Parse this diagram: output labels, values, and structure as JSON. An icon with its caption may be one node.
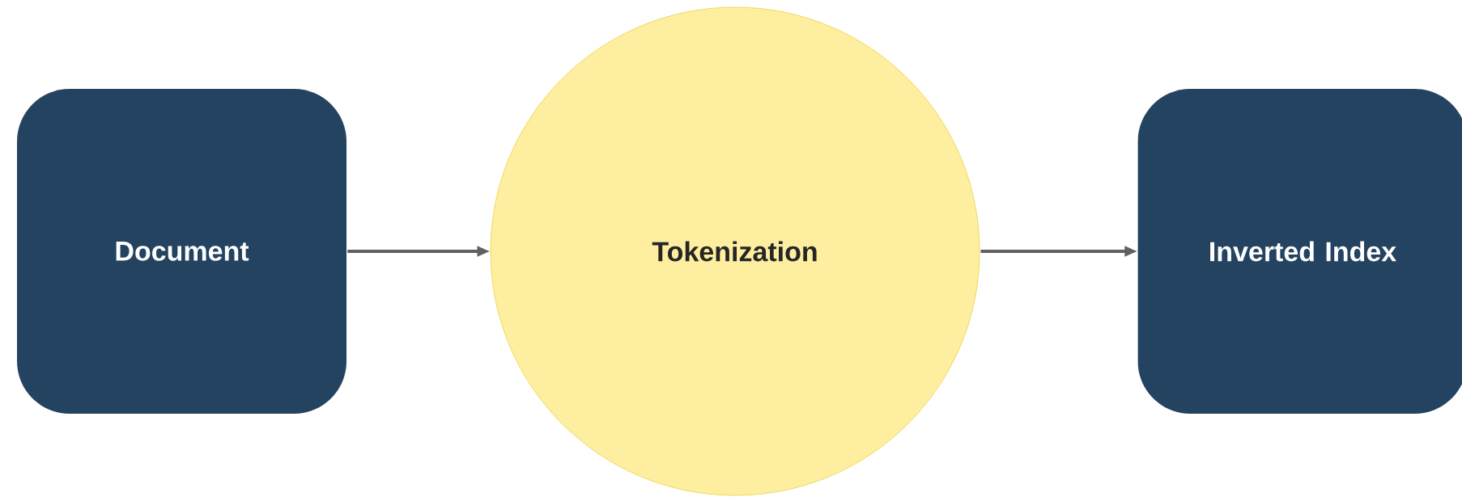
{
  "diagram": {
    "nodes": [
      {
        "text": [
          "Document"
        ]
      },
      {
        "text": [
          "Tokenization"
        ]
      },
      {
        "text": [
          "Inverted Index"
        ]
      }
    ],
    "edges": [
      {
        "from": 0,
        "to": 1,
        "arrow": "to"
      },
      {
        "from": 1,
        "to": 2,
        "arrow": "to"
      }
    ]
  }
}
